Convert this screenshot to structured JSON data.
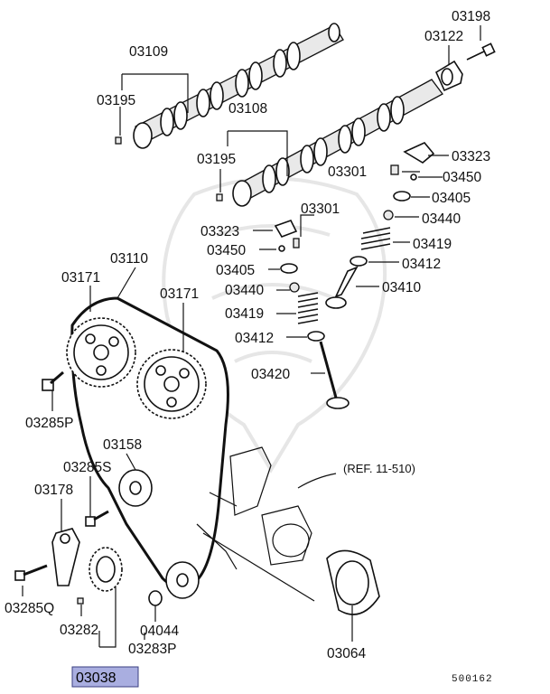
{
  "labels": {
    "l03198": "03198",
    "l03122": "03122",
    "l03109": "03109",
    "l03195a": "03195",
    "l03108": "03108",
    "l03323a": "03323",
    "l03195b": "03195",
    "l03301a": "03301",
    "l03450a": "03450",
    "l03405a": "03405",
    "l03301b": "03301",
    "l03440a": "03440",
    "l03323b": "03323",
    "l03419a": "03419",
    "l03450b": "03450",
    "l03412a": "03412",
    "l03405b": "03405",
    "l03110": "03110",
    "l03171a": "03171",
    "l03171b": "03171",
    "l03410": "03410",
    "l03440b": "03440",
    "l03419b": "03419",
    "l03412b": "03412",
    "l03420": "03420",
    "l03285p": "03285P",
    "l03158": "03158",
    "l03285s": "03285S",
    "l03178": "03178",
    "l03285q": "03285Q",
    "l03282": "03282",
    "l04044": "04044",
    "l03283p": "03283P",
    "l03064": "03064",
    "l03038": "03038"
  },
  "reference": "(REF. 11-510)",
  "diagram_code": "500162",
  "highlight_color": "#a9aee0"
}
